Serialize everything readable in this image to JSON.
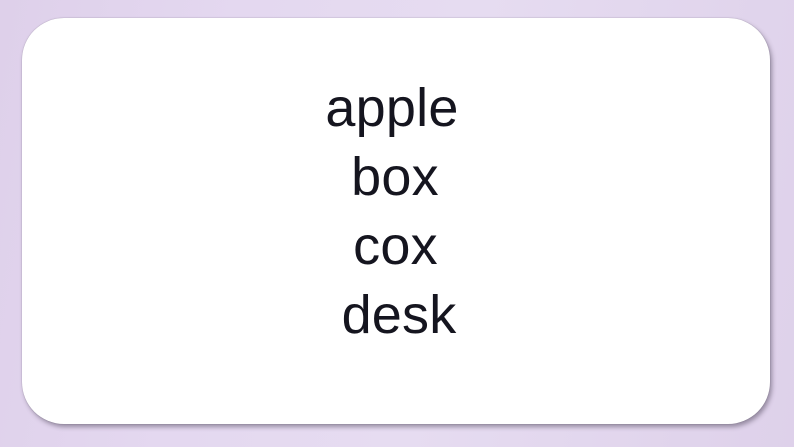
{
  "slide": {
    "background_color": "#e2d6ee",
    "card_color": "#ffffff",
    "text_color": "#15151f"
  },
  "word_list": {
    "items": [
      {
        "text": "apple"
      },
      {
        "text": "box"
      },
      {
        "text": "cox"
      },
      {
        "text": "desk"
      }
    ]
  }
}
